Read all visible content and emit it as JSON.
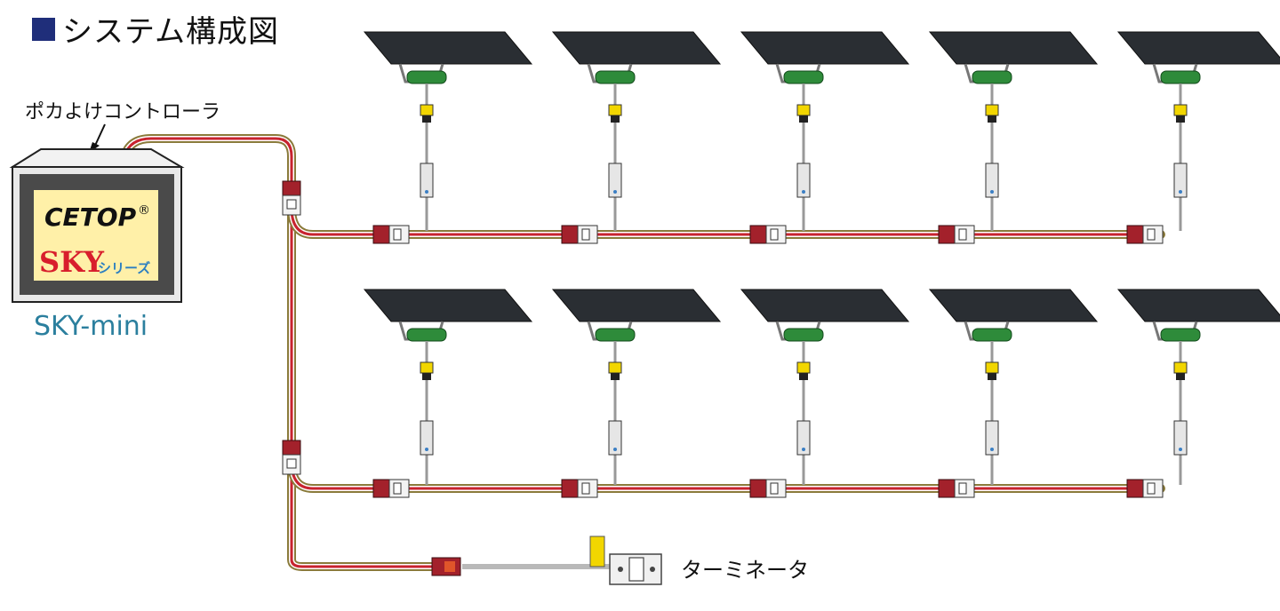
{
  "header": {
    "title": "システム構成図"
  },
  "controller": {
    "label": "ポカよけコントローラ",
    "brand": "CETOP",
    "registered_mark": "®",
    "series_name": "SKY",
    "series_suffix": "シリーズ",
    "model": "SKY-mini"
  },
  "terminator": {
    "label": "ターミネータ"
  },
  "layout": {
    "rows": 2,
    "stations_per_row": 5
  },
  "colors": {
    "title_square": "#1f2e7a",
    "model_text": "#2b7f9e",
    "series_text": "#d81e2c",
    "series_suffix_text": "#2c7fc1",
    "cable_red": "#c8232f",
    "cable_brown": "#8a7a3a",
    "connector": "#a3212b",
    "sensor_green": "#2e8b3a",
    "plug_yellow": "#f2d600",
    "panel_dark": "#2a2e33",
    "label_yellow": "#fff0a8"
  }
}
